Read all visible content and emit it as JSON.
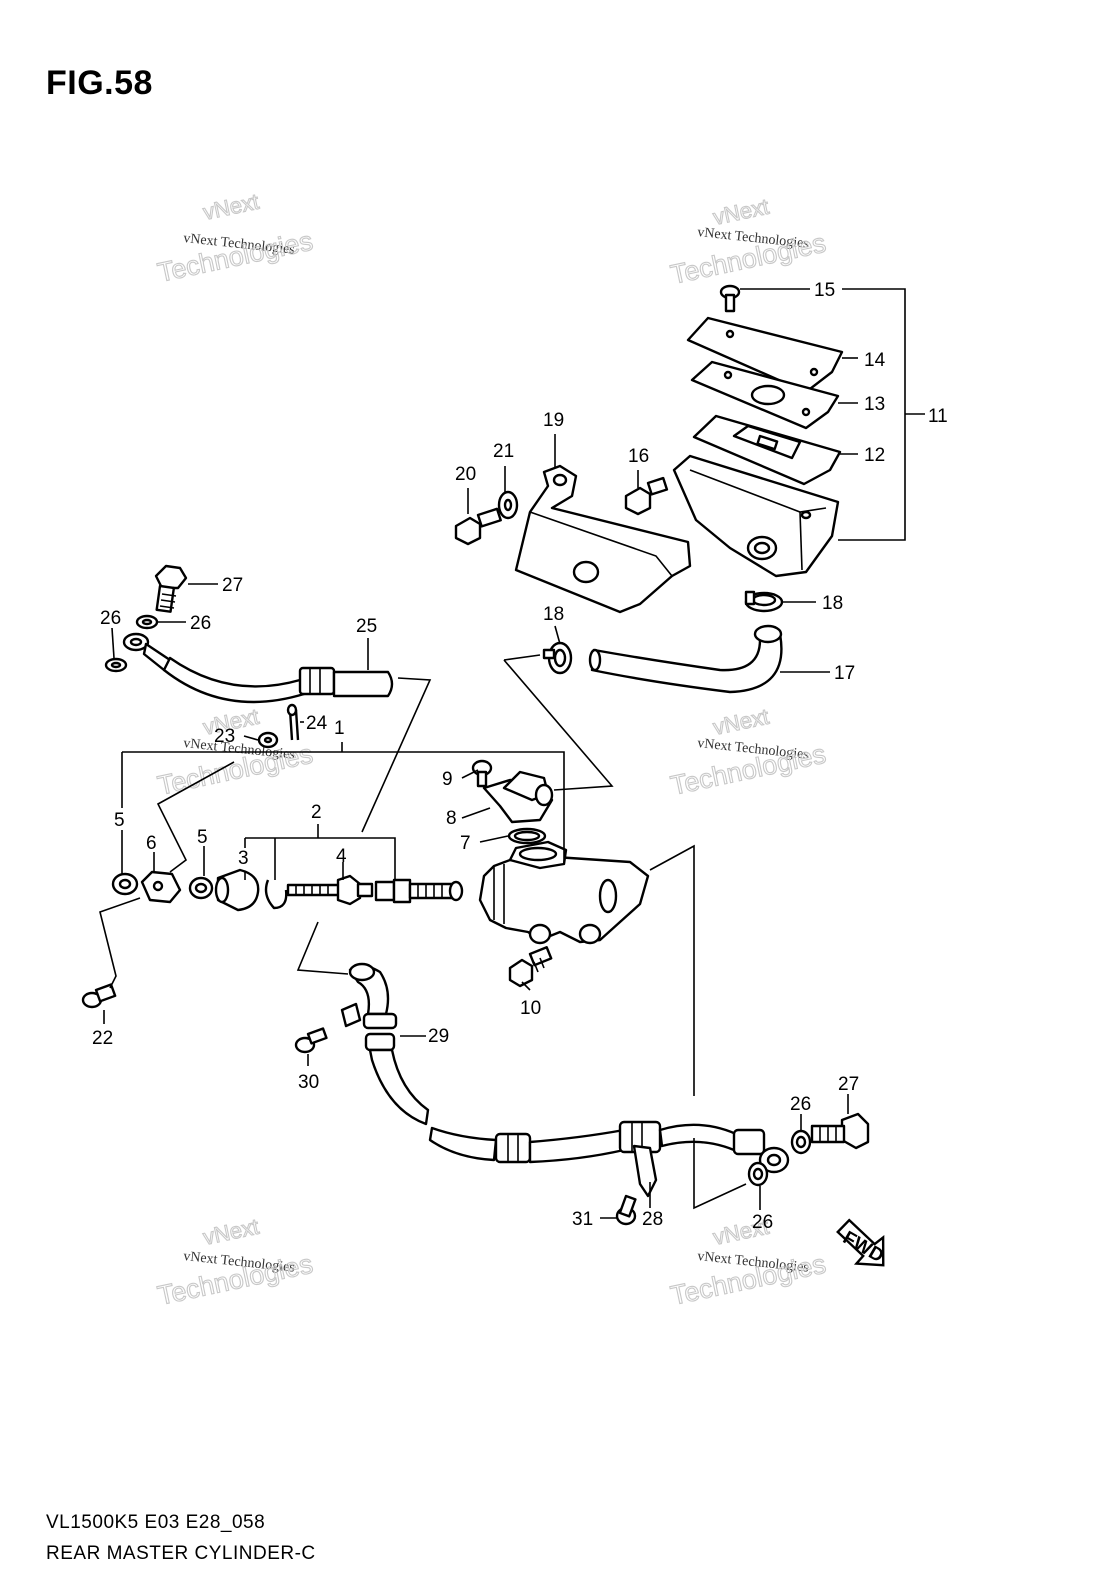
{
  "figure": {
    "title": "FIG.58",
    "model_code": "VL1500K5 E03 E28_058",
    "diagram_title": "REAR MASTER CYLINDER-C"
  },
  "watermark": {
    "line1": "vNext Technologies",
    "line2": "Technologies",
    "line3": "vNext"
  },
  "callouts": {
    "c1": "1",
    "c2": "2",
    "c3": "3",
    "c4": "4",
    "c5a": "5",
    "c5b": "5",
    "c6": "6",
    "c7": "7",
    "c8": "8",
    "c9": "9",
    "c10": "10",
    "c11": "11",
    "c12": "12",
    "c13": "13",
    "c14": "14",
    "c15": "15",
    "c16": "16",
    "c17": "17",
    "c18a": "18",
    "c18b": "18",
    "c19": "19",
    "c20": "20",
    "c21": "21",
    "c22": "22",
    "c23": "23",
    "c24": "24",
    "c25": "25",
    "c26a": "26",
    "c26b": "26",
    "c26c": "26",
    "c26d": "26",
    "c27a": "27",
    "c27b": "27",
    "c28": "28",
    "c29": "29",
    "c30": "30",
    "c31": "31"
  },
  "fwd_arrow": {
    "label": "FWD"
  }
}
